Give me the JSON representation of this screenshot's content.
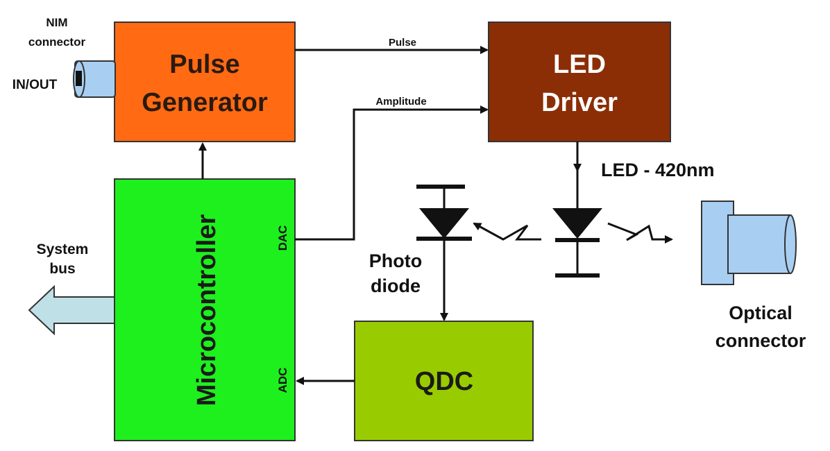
{
  "blocks": {
    "pulse_generator": {
      "line1": "Pulse",
      "line2": "Generator",
      "fill": "#FF6A13",
      "text_color": "#2a1a10"
    },
    "led_driver": {
      "line1": "LED",
      "line2": "Driver",
      "fill": "#8B2E06",
      "text_color": "#ffffff"
    },
    "microcontroller": {
      "label": "Microcontroller",
      "fill": "#1EF01E",
      "text_color": "#1a1a1a"
    },
    "qdc": {
      "label": "QDC",
      "fill": "#99CC00",
      "text_color": "#1a1a1a"
    }
  },
  "ports": {
    "dac": "DAC",
    "adc": "ADC"
  },
  "signals": {
    "pulse": "Pulse",
    "amplitude": "Amplitude"
  },
  "labels": {
    "nim_line1": "NIM",
    "nim_line2": "connector",
    "in_out": "IN/OUT",
    "system_bus_line1": "System",
    "system_bus_line2": "bus",
    "led": "LED - 420nm",
    "photo_line1": "Photo",
    "photo_line2": "diode",
    "optical_line1": "Optical",
    "optical_line2": "connector"
  },
  "colors": {
    "connector": "#A8CFF2",
    "bus_arrow": "#BFE0E6",
    "line": "#111111"
  },
  "icons": [
    "nim-connector-icon",
    "system-bus-arrow-icon",
    "photodiode-icon",
    "led-diode-icon",
    "optical-connector-icon",
    "light-ray-icon"
  ]
}
